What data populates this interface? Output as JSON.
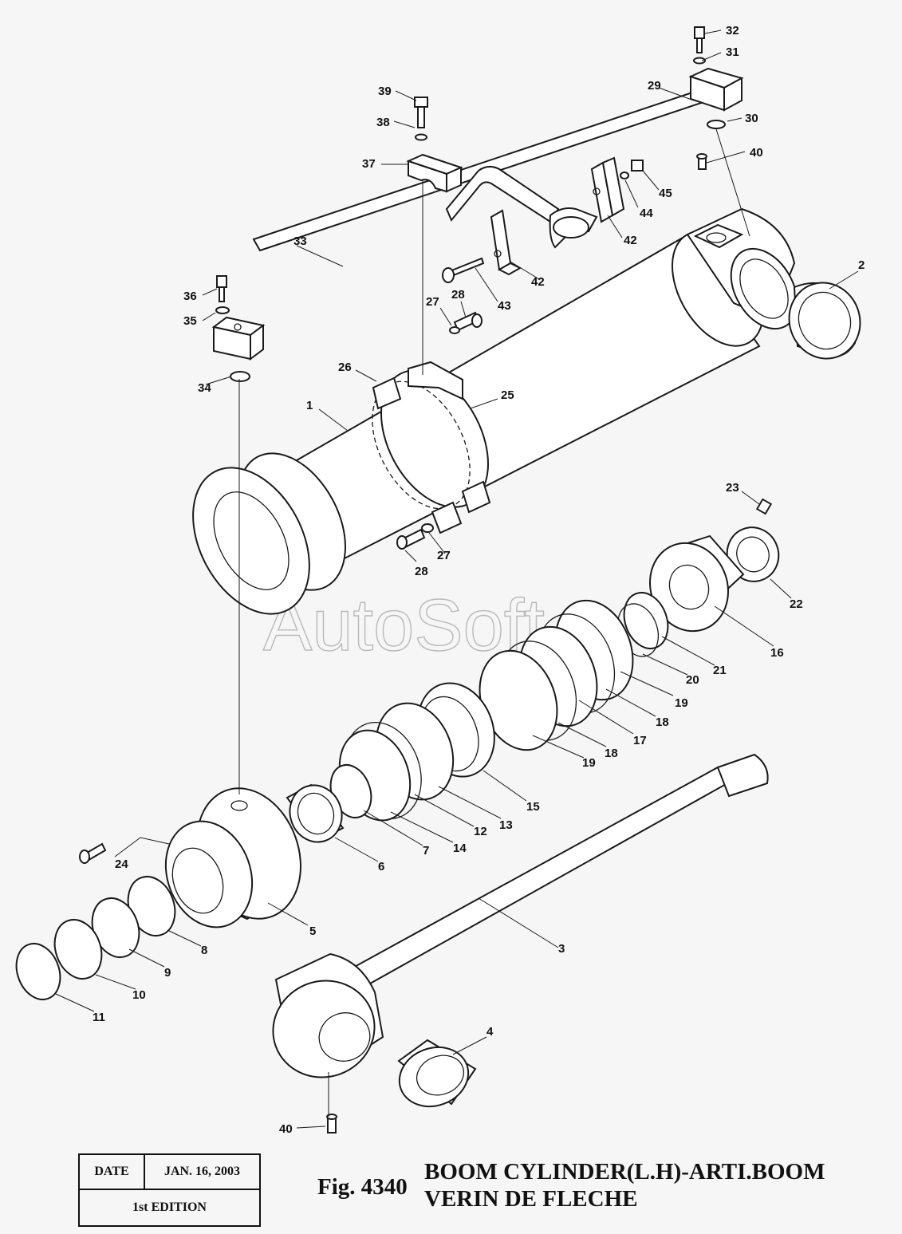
{
  "watermark": "AutoSoft",
  "callouts": {
    "c1": "1",
    "c2": "2",
    "c3": "3",
    "c4": "4",
    "c5": "5",
    "c6": "6",
    "c7": "7",
    "c8": "8",
    "c9": "9",
    "c10": "10",
    "c11": "11",
    "c12": "12",
    "c13": "13",
    "c14": "14",
    "c15": "15",
    "c16": "16",
    "c17": "17",
    "c18a": "18",
    "c18b": "18",
    "c19a": "19",
    "c19b": "19",
    "c20": "20",
    "c21": "21",
    "c22": "22",
    "c23": "23",
    "c24": "24",
    "c25": "25",
    "c26": "26",
    "c27a": "27",
    "c27b": "27",
    "c28a": "28",
    "c28b": "28",
    "c29": "29",
    "c30": "30",
    "c31": "31",
    "c32": "32",
    "c33": "33",
    "c34": "34",
    "c35": "35",
    "c36": "36",
    "c37": "37",
    "c38": "38",
    "c39": "39",
    "c40a": "40",
    "c40b": "40",
    "c42a": "42",
    "c42b": "42",
    "c43": "43",
    "c44": "44",
    "c45": "45"
  },
  "edition_box": {
    "date_label": "DATE",
    "date_value": "JAN. 16, 2003",
    "edition": "1st EDITION"
  },
  "figure": {
    "label": "Fig. 4340",
    "title_line1": "BOOM CYLINDER(L.H)-ARTI.BOOM",
    "title_line2": "VERIN DE FLECHE"
  }
}
